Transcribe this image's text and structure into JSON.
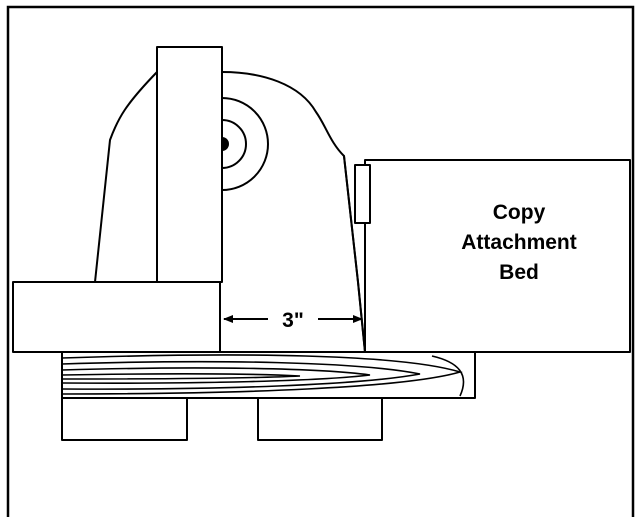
{
  "diagram": {
    "bed_label": [
      "Copy",
      "Attachment",
      "Bed"
    ],
    "dimension_label": "3\""
  }
}
